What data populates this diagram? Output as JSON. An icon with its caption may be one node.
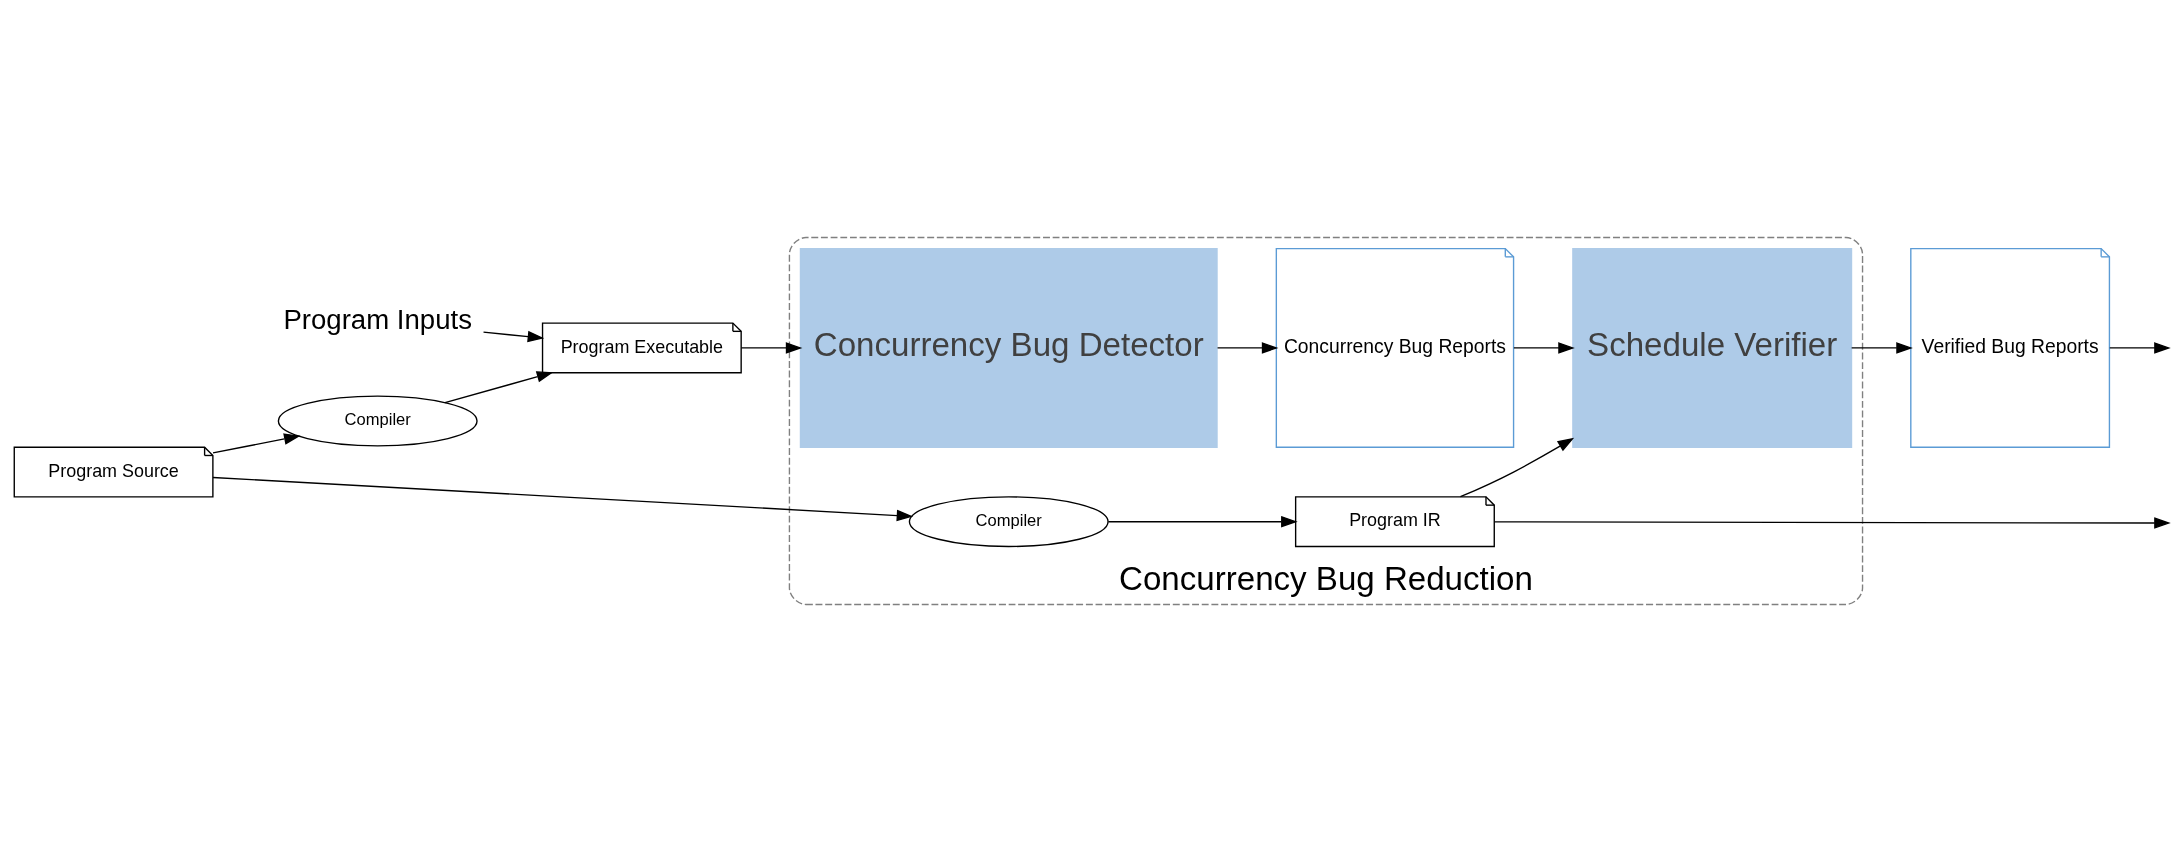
{
  "diagram": {
    "nodes": [
      {
        "text": [
          "Program Inputs"
        ]
      },
      {
        "text": [
          "Program Executable"
        ]
      },
      {
        "text": [
          "Compiler"
        ]
      },
      {
        "text": [
          "Program Source"
        ]
      },
      {
        "text": [
          "Concurrency Bug Reduction"
        ]
      },
      {
        "text": [
          "Concurrency Bug Detector"
        ],
        "in": 4
      },
      {
        "text": [
          "Concurrency Bug Reports"
        ],
        "in": 4
      },
      {
        "text": [
          "Schedule Verifier"
        ],
        "in": 4
      },
      {
        "text": [
          "Compiler"
        ],
        "in": 4
      },
      {
        "text": [
          "Program IR"
        ],
        "in": 4
      },
      {
        "text": [
          "Verified Bug Reports"
        ]
      }
    ],
    "edges": [
      {
        "from": 0,
        "to": 1,
        "arrow": "to"
      },
      {
        "from": 2,
        "to": 1,
        "arrow": "to"
      },
      {
        "from": 3,
        "to": 2,
        "arrow": "to"
      },
      {
        "from": 1,
        "to": 5,
        "arrow": "to"
      },
      {
        "from": 5,
        "to": 6,
        "arrow": "to"
      },
      {
        "from": 6,
        "to": 7,
        "arrow": "to"
      },
      {
        "from": 9,
        "to": 7,
        "arrow": "to"
      },
      {
        "from": 3,
        "to": 8,
        "arrow": "to"
      },
      {
        "from": 8,
        "to": 9,
        "arrow": "to"
      },
      {
        "from": 7,
        "to": 10,
        "arrow": "to"
      },
      {
        "from": 10,
        "to": null,
        "arrow": "to"
      },
      {
        "from": 9,
        "to": null,
        "arrow": "to"
      }
    ]
  }
}
